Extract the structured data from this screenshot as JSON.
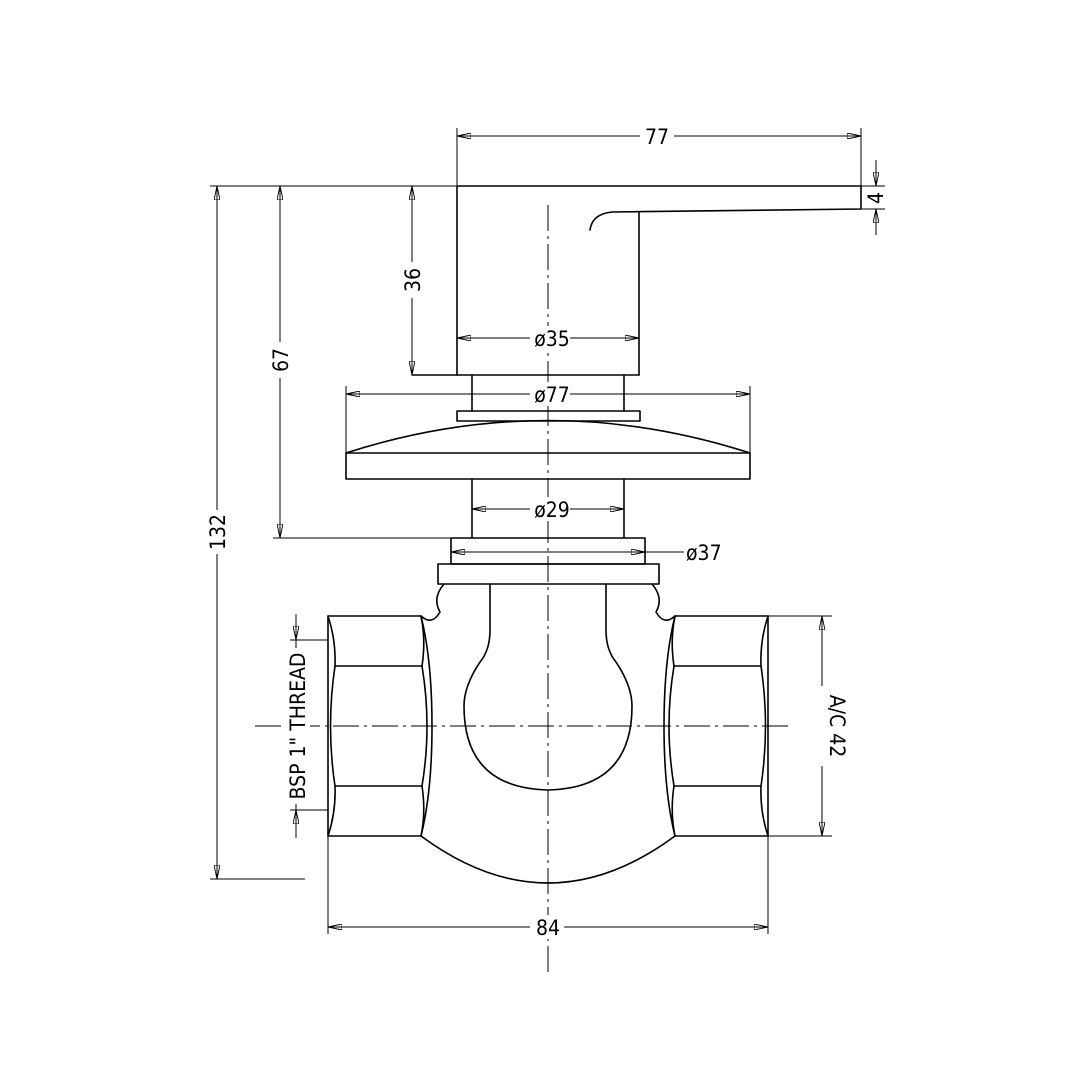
{
  "dimensions": {
    "handle_length": "77",
    "handle_thickness": "4",
    "handle_height": "36",
    "bonnet_height": "67",
    "overall_height": "132",
    "handle_diameter": "ø35",
    "flange_diameter": "ø77",
    "stem_diameter": "ø29",
    "collar_diameter": "ø37",
    "body_width": "84",
    "thread_label": "BSP 1\" THREAD",
    "hex_across_flats": "A/C 42"
  },
  "colors": {
    "line": "#000000",
    "background": "#ffffff"
  }
}
